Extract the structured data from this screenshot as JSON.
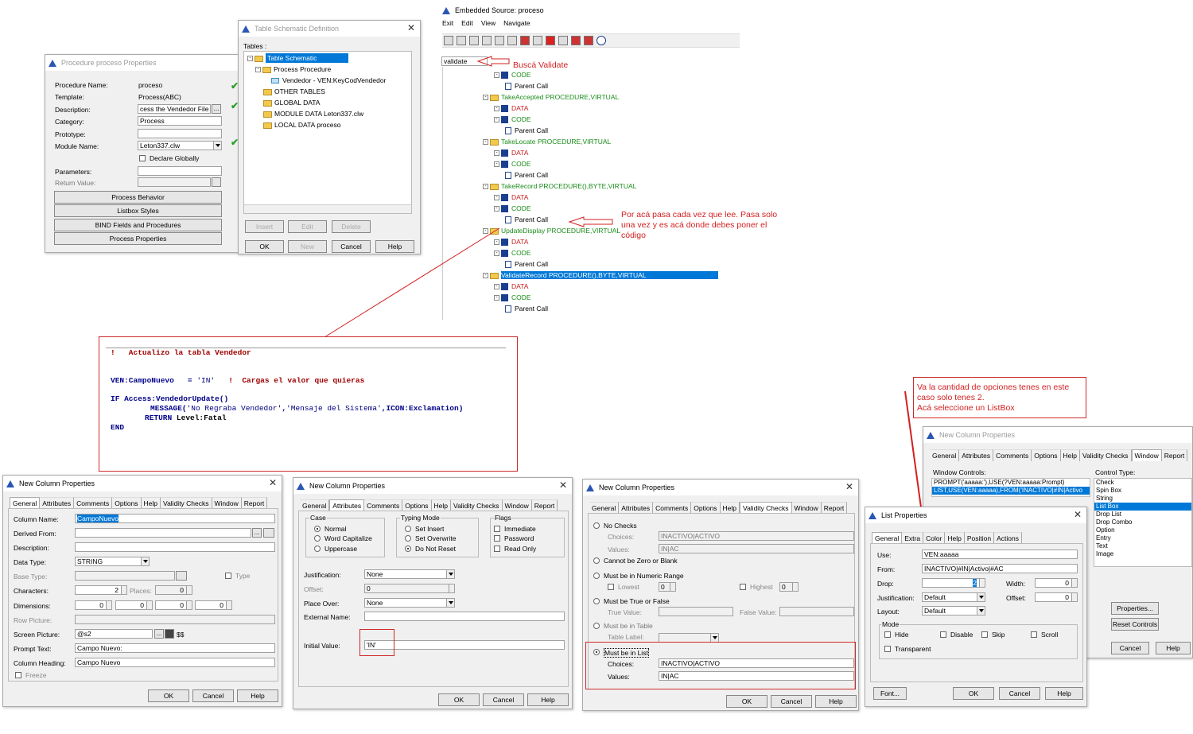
{
  "procprops": {
    "title": "Procedure proceso Properties",
    "labels": [
      "Procedure Name:",
      "Template:",
      "Description:",
      "Category:",
      "Prototype:",
      "Module Name:",
      "Parameters:",
      "Return Value:"
    ],
    "values": {
      "name": "proceso",
      "template": "Process(ABC)",
      "description": "cess the Vendedor File",
      "category": "Process",
      "prototype": "",
      "module": "Leton337.clw"
    },
    "declare_globally": "Declare Globally",
    "buttons": [
      "Process Behavior",
      "Listbox Styles",
      "BIND Fields and Procedures",
      "Process Properties"
    ]
  },
  "tabledef": {
    "title": "Table Schematic Definition",
    "tables_label": "Tables :",
    "items": [
      "Table Schematic",
      "Process Procedure",
      "Vendedor - VEN:KeyCodVendedor",
      "OTHER TABLES",
      "GLOBAL DATA",
      "MODULE DATA Leton337.clw",
      "LOCAL DATA proceso"
    ],
    "buttons1": [
      "Insert",
      "Edit",
      "Delete"
    ],
    "buttons2": [
      "OK",
      "New",
      "Cancel",
      "Help"
    ]
  },
  "embedded": {
    "title": "Embedded Source: proceso",
    "menu": [
      "Exit",
      "Edit",
      "View",
      "Navigate"
    ],
    "search": "validate",
    "search_note": "Buscá Validate",
    "tree": [
      {
        "t": "CODE",
        "k": "blk",
        "c": "green"
      },
      {
        "t": "Parent Call",
        "k": "doc",
        "c": "black"
      },
      {
        "t": "TakeAccepted PROCEDURE,VIRTUAL",
        "k": "folder",
        "c": "green"
      },
      {
        "t": "DATA",
        "k": "blk",
        "c": "red"
      },
      {
        "t": "CODE",
        "k": "blk",
        "c": "green"
      },
      {
        "t": "Parent Call",
        "k": "doc",
        "c": "black"
      },
      {
        "t": "TakeLocate PROCEDURE,VIRTUAL",
        "k": "folder",
        "c": "green"
      },
      {
        "t": "DATA",
        "k": "blk",
        "c": "red"
      },
      {
        "t": "CODE",
        "k": "blk",
        "c": "green"
      },
      {
        "t": "Parent Call",
        "k": "doc",
        "c": "black"
      },
      {
        "t": "TakeRecord PROCEDURE(),BYTE,VIRTUAL",
        "k": "folder",
        "c": "green"
      },
      {
        "t": "DATA",
        "k": "blk",
        "c": "red"
      },
      {
        "t": "CODE",
        "k": "blk",
        "c": "green"
      },
      {
        "t": "Parent Call",
        "k": "doc",
        "c": "black"
      },
      {
        "t": "UpdateDisplay PROCEDURE,VIRTUAL",
        "k": "folder",
        "c": "green"
      },
      {
        "t": "DATA",
        "k": "blk",
        "c": "red"
      },
      {
        "t": "CODE",
        "k": "blk",
        "c": "green"
      },
      {
        "t": "Parent Call",
        "k": "doc",
        "c": "black"
      },
      {
        "t": "ValidateRecord PROCEDURE(),BYTE,VIRTUAL",
        "k": "folder",
        "c": "sel"
      },
      {
        "t": "DATA",
        "k": "blk",
        "c": "red"
      },
      {
        "t": "CODE",
        "k": "blk",
        "c": "green"
      },
      {
        "t": "Parent Call",
        "k": "doc",
        "c": "black"
      }
    ],
    "note": "Por acá pasa cada vez que lee. Pasa solo una vez y es acá donde debes poner el código"
  },
  "code": {
    "l1": "!   Actualizo la tabla Vendedor",
    "l2a": "VEN:CampoNuevo   = ",
    "l2b": "'IN'",
    "l2c": "   !  Cargas el valor que quieras",
    "l3a": "IF ",
    "l3b": "Access:VendedorUpdate()",
    "l4a": "MESSAGE(",
    "l4b": "'No Regraba Vendedor'",
    "l4c": ",",
    "l4d": "'Mensaje del Sistema'",
    "l4e": ",ICON:Exclamation)",
    "l5a": "RETURN ",
    "l5b": "Level:Fatal",
    "l6": "END"
  },
  "listnote": "Va la cantidad de opciones tenes en este caso solo tenes 2.\nAcá seleccione un ListBox",
  "col1": {
    "title": "New Column Properties",
    "tabs": [
      "General",
      "Attributes",
      "Comments",
      "Options",
      "Help",
      "Validity Checks",
      "Window",
      "Report"
    ],
    "labels": [
      "Column Name:",
      "Derived From:",
      "Description:",
      "Data Type:",
      "Base Type:",
      "Characters:",
      "Dimensions:",
      "Row Picture:",
      "Screen Picture:",
      "Prompt Text:",
      "Column Heading:"
    ],
    "name": "CampoNuevo",
    "datatype": "STRING",
    "chars": "2",
    "places_label": "Places:",
    "places": "0",
    "dims": [
      "0",
      "0",
      "0",
      "0"
    ],
    "picture": "@s2",
    "dollar": "$$",
    "prompt": "Campo Nuevo:",
    "heading": "Campo Nuevo",
    "type_label": "Type",
    "freeze": "Freeze",
    "buttons": [
      "OK",
      "Cancel",
      "Help"
    ]
  },
  "col2": {
    "title": "New Column Properties",
    "tabs": [
      "General",
      "Attributes",
      "Comments",
      "Options",
      "Help",
      "Validity Checks",
      "Window",
      "Report"
    ],
    "case_label": "Case",
    "case": [
      "Normal",
      "Word Capitalize",
      "Uppercase"
    ],
    "typing_label": "Typing Mode",
    "typing": [
      "Set Insert",
      "Set Overwrite",
      "Do Not Reset"
    ],
    "flags_label": "Flags",
    "flags": [
      "Immediate",
      "Password",
      "Read Only"
    ],
    "labels": [
      "Justification:",
      "Offset:",
      "Place Over:",
      "External Name:",
      "Initial Value:"
    ],
    "just": "None",
    "offset": "0",
    "placeover": "None",
    "initial": "'IN'",
    "buttons": [
      "OK",
      "Cancel",
      "Help"
    ]
  },
  "col3": {
    "title": "New Column Properties",
    "tabs": [
      "General",
      "Attributes",
      "Comments",
      "Options",
      "Help",
      "Validity Checks",
      "Window",
      "Report"
    ],
    "nochecks": "No Checks",
    "choices_label": "Choices:",
    "values_label": "Values:",
    "choices": "INACTIVO|ACTIVO",
    "values": "IN|AC",
    "zero": "Cannot be Zero or Blank",
    "range": "Must be in Numeric Range",
    "lowest": "Lowest",
    "highest": "Highest",
    "zeroval": "0",
    "truefalse": "Must be True or False",
    "truev": "True Value:",
    "falsev": "False Value:",
    "intable": "Must be in Table",
    "tablelabel": "Table Label:",
    "inlist": "Must be in List",
    "buttons": [
      "OK",
      "Cancel",
      "Help"
    ]
  },
  "col4": {
    "title": "New Column Properties",
    "tabs": [
      "General",
      "Attributes",
      "Comments",
      "Options",
      "Help",
      "Validity Checks",
      "Window",
      "Report"
    ],
    "wc_label": "Window Controls:",
    "wc": [
      "PROMPT('aaaaa:'),USE(?VEN:aaaaa:Prompt)",
      "LIST,USE(VEN:aaaaa),FROM('INACTIVO|#IN|Activo"
    ],
    "ct_label": "Control Type:",
    "ct": [
      "Check",
      "Spin Box",
      "String",
      "List Box",
      "Drop List",
      "Drop Combo",
      "Option",
      "Entry",
      "Text",
      "Image"
    ],
    "props": "Properties...",
    "reset": "Reset Controls",
    "buttons": [
      "Cancel",
      "Help"
    ]
  },
  "listprops": {
    "title": "List Properties",
    "tabs": [
      "General",
      "Extra",
      "Color",
      "Help",
      "Position",
      "Actions"
    ],
    "labels": [
      "Use:",
      "From:",
      "Drop:",
      "Justification:",
      "Layout:"
    ],
    "use": "VEN:aaaaa",
    "from": "INACTIVO|#IN|Activo|#AC",
    "drop": "2",
    "width_label": "Width:",
    "width": "0",
    "offset_label": "Offset:",
    "offset": "0",
    "just": "Default",
    "layout": "Default",
    "mode": "Mode",
    "modes": [
      "Hide",
      "Disable",
      "Skip",
      "Scroll",
      "Transparent"
    ],
    "buttons": [
      "Font...",
      "OK",
      "Cancel",
      "Help"
    ]
  },
  "colors": {
    "accent": "#0078d7",
    "note": "#d32020",
    "check": "#2aa02a"
  }
}
